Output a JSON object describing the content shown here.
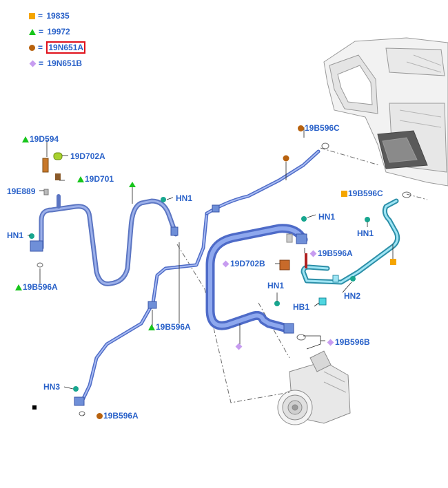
{
  "colors": {
    "orange_square": "#f5a500",
    "green_triangle": "#17c51b",
    "brown_dot": "#b8620e",
    "purple_diamond": "#c79cf0",
    "label_text": "#2a62c9",
    "highlight_border": "#e0101a",
    "hose_blue": "#6f8fe0",
    "hose_cyan": "#8fd8ec",
    "clip_teal": "#1aa08c"
  },
  "legend": [
    {
      "symbol": "orange-square",
      "eq": "=",
      "code": "19835"
    },
    {
      "symbol": "green-triangle",
      "eq": "=",
      "code": "19972"
    },
    {
      "symbol": "brown-dot",
      "eq": "=",
      "code": "19N651A"
    },
    {
      "symbol": "purple-diamond",
      "eq": "=",
      "code": "19N651B"
    }
  ],
  "parts": {
    "p19D594": "19D594",
    "p19D702A": "19D702A",
    "p19D701": "19D701",
    "p19E889": "19E889",
    "hn1_left": "HN1",
    "p19B596A_left": "19B596A",
    "hn1_mid": "HN1",
    "p19B596A_mid": "19B596A",
    "hn3": "HN3",
    "p19B596A_bottom": "19B596A",
    "p19B596C_top": "19B596C",
    "p19B596C_right": "19B596C",
    "hn1_upper_right": "HN1",
    "hn1_far_right": "HN1",
    "p19D702B": "19D702B",
    "p19B596A_right": "19B596A",
    "hn1_lower": "HN1",
    "hn2": "HN2",
    "hb1": "HB1",
    "p19B596B": "19B596B"
  }
}
